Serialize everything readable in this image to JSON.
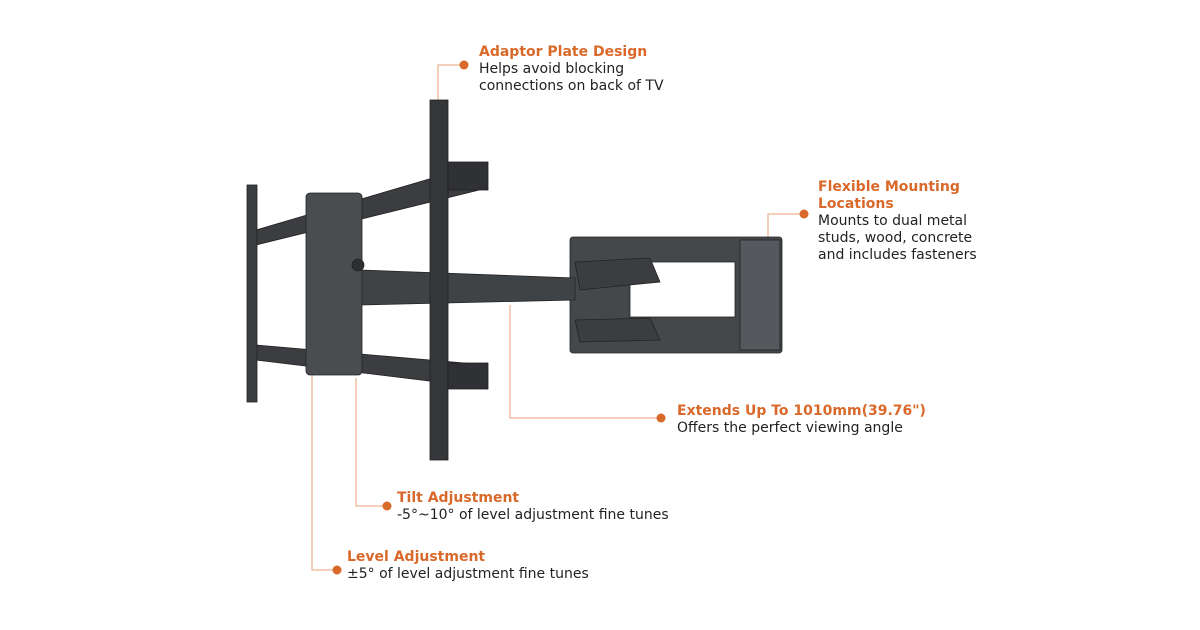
{
  "colors": {
    "accent": "#d9692a",
    "metal": "#3b3d40",
    "line": "#e8a27a"
  },
  "callouts": {
    "adaptor": {
      "title": "Adaptor Plate Design",
      "desc1": "Helps avoid blocking",
      "desc2": "connections on back of TV"
    },
    "flexible": {
      "title1": "Flexible Mounting",
      "title2": "Locations",
      "desc1": "Mounts to dual metal",
      "desc2": "studs, wood, concrete",
      "desc3": "and includes fasteners"
    },
    "extends": {
      "title": "Extends Up To 1010mm(39.76\")",
      "desc": "Offers the perfect viewing angle"
    },
    "tilt": {
      "title": "Tilt Adjustment",
      "desc": "-5°~10° of level adjustment fine tunes"
    },
    "level": {
      "title": "Level Adjustment",
      "desc": "±5° of level adjustment fine tunes"
    }
  }
}
